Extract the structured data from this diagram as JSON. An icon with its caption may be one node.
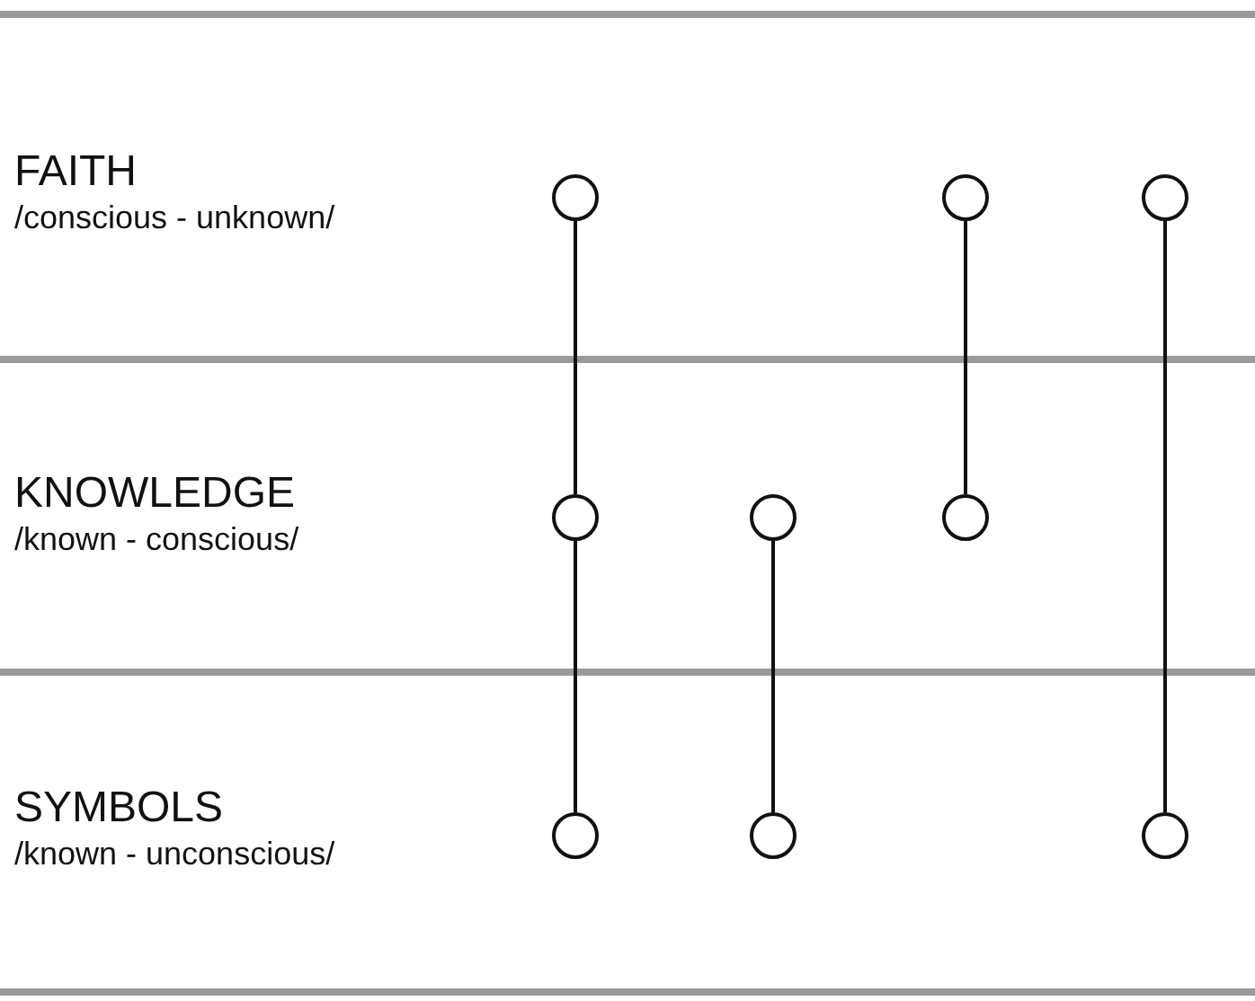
{
  "diagram": {
    "nodes": [
      {
        "text": [
          "FAITH",
          "/conscious - unknown/"
        ]
      },
      {
        "text": [],
        "shape": "circle",
        "in": 0
      },
      {
        "text": [],
        "shape": "circle",
        "in": 0
      },
      {
        "text": [],
        "shape": "circle",
        "in": 0
      },
      {
        "text": [
          "KNOWLEDGE",
          "/known - conscious/"
        ]
      },
      {
        "text": [],
        "shape": "circle",
        "in": 4
      },
      {
        "text": [],
        "shape": "circle",
        "in": 4
      },
      {
        "text": [],
        "shape": "circle",
        "in": 4
      },
      {
        "text": [
          "SYMBOLS",
          "/known - unconscious/"
        ]
      },
      {
        "text": [],
        "shape": "circle",
        "in": 8
      },
      {
        "text": [],
        "shape": "circle",
        "in": 8
      },
      {
        "text": [],
        "shape": "circle",
        "in": 8
      }
    ],
    "edges": [
      {
        "from": 1,
        "to": 5,
        "arrow": "none"
      },
      {
        "from": 5,
        "to": 9,
        "arrow": "none"
      },
      {
        "from": 2,
        "to": 7,
        "arrow": "none"
      },
      {
        "from": 3,
        "to": 11,
        "arrow": "none"
      },
      {
        "from": 6,
        "to": 10,
        "arrow": "none"
      }
    ]
  }
}
